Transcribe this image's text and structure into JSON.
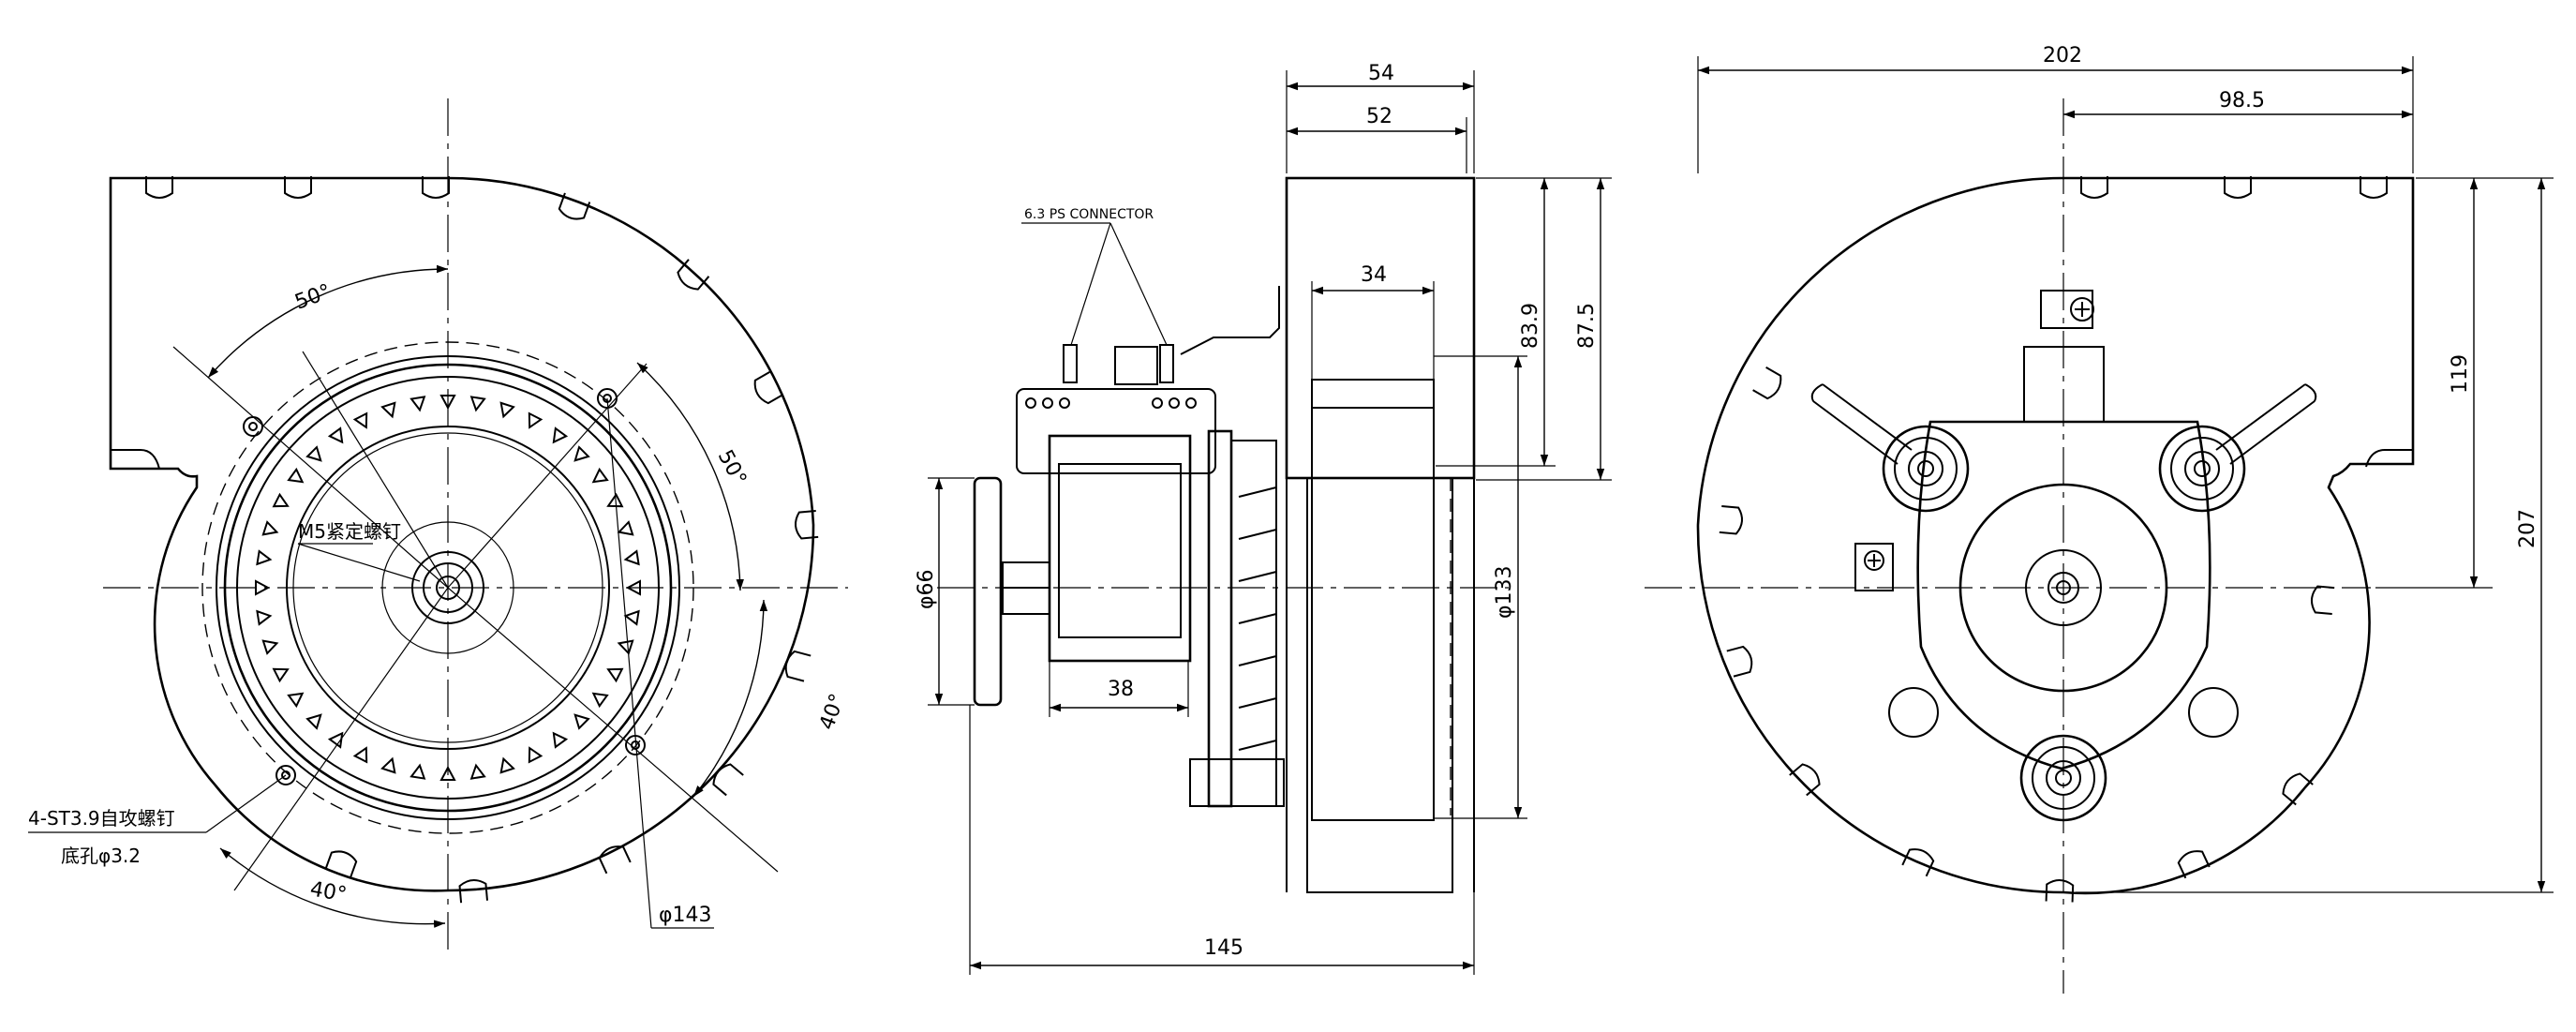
{
  "dimensions": {
    "d54": "54",
    "d52": "52",
    "d34": "34",
    "d83_9": "83.9",
    "d87_5": "87.5",
    "d133": "φ133",
    "d66": "φ66",
    "d38": "38",
    "d145": "145",
    "d202": "202",
    "d98_5": "98.5",
    "d119": "119",
    "d207": "207",
    "d143": "φ143"
  },
  "angles": {
    "a50_top": "50°",
    "a50_right": "50°",
    "a40_right": "40°",
    "a40_bottom": "40°"
  },
  "notes": {
    "connector": "6.3 PS CONNECTOR",
    "set_screw": "M5紧定螺钉",
    "screws": "4-ST3.9自攻螺钉",
    "base_hole": "底孔φ3.2"
  }
}
